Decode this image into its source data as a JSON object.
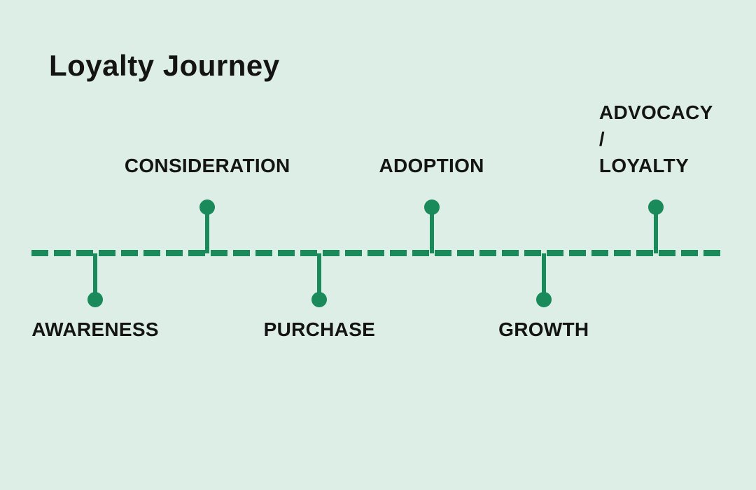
{
  "page": {
    "background_color": "#DCEEE6",
    "text_color": "#141414"
  },
  "title": "Loyalty Journey",
  "diagram": {
    "type": "timeline",
    "accent_color": "#1B8A5A",
    "milestones": [
      {
        "label": "AWARENESS",
        "side": "below",
        "order": 1
      },
      {
        "label": "CONSIDERATION",
        "side": "above",
        "order": 2
      },
      {
        "label": "PURCHASE",
        "side": "below",
        "order": 3
      },
      {
        "label": "ADOPTION",
        "side": "above",
        "order": 4
      },
      {
        "label": "GROWTH",
        "side": "below",
        "order": 5
      },
      {
        "label": "ADVOCACY /\nLOYALTY",
        "side": "above",
        "order": 6
      }
    ]
  }
}
